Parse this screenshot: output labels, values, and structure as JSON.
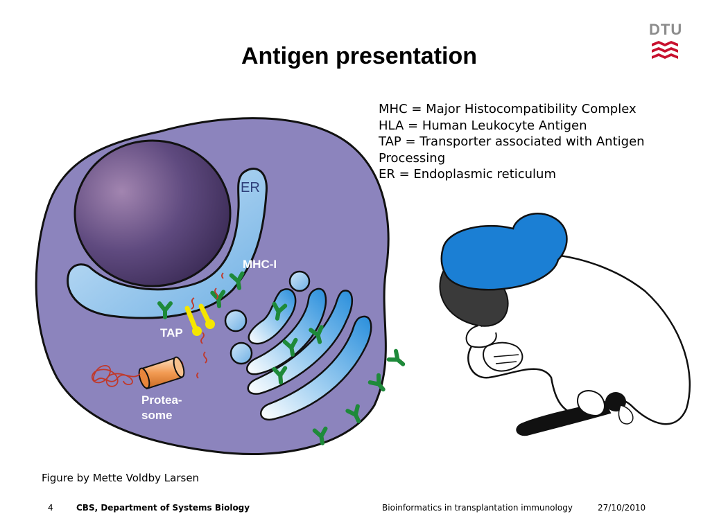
{
  "slide": {
    "title": "Antigen presentation",
    "logo_text": "DTU",
    "definitions": [
      "MHC = Major Histocompatibility Complex",
      "HLA = Human Leukocyte Antigen",
      "TAP = Transporter associated with Antigen",
      "Processing",
      "ER = Endoplasmic reticulum"
    ],
    "figure_labels": {
      "er": "ER",
      "mhc": "MHC-I",
      "tap": "TAP",
      "proteasome_line1": "Protea-",
      "proteasome_line2": "some"
    },
    "credit": "Figure by Mette Voldby Larsen",
    "footer": {
      "page_number": "4",
      "department": "CBS, Department of Systems Biology",
      "course": "Bioinformatics in transplantation immunology",
      "date": "27/10/2010"
    }
  },
  "colors": {
    "cell": "#8c84bd",
    "nucleus": "#5a4575",
    "er": "#9cc8ec",
    "receptor": "#1e8a3a",
    "tap": "#f5e600",
    "cap": "#1b7fd4",
    "logo_red": "#c8102e"
  }
}
